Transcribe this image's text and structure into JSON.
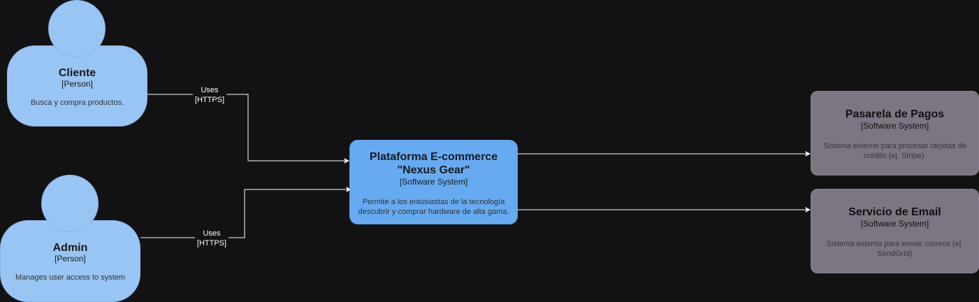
{
  "persons": {
    "cliente": {
      "title": "Cliente",
      "kind": "[Person]",
      "description": "Busca y compra productos."
    },
    "admin": {
      "title": "Admin",
      "kind": "[Person]",
      "description": "Manages user access to system"
    }
  },
  "systems": {
    "main": {
      "title_line1": "Plataforma E-commerce",
      "title_line2": "\"Nexus Gear\"",
      "kind": "[Software System]",
      "description_line1": "Permite a los entusiastas de la tecnología",
      "description_line2": "descubrir y comprar hardware de alta gama."
    },
    "payments": {
      "title": "Pasarela de Pagos",
      "kind": "[Software System]",
      "description_line1": "Sistema externo para procesar tarjetas de",
      "description_line2": "crédito (ej. Stripe)."
    },
    "email": {
      "title": "Servicio de Email",
      "kind": "[Software System]",
      "description_line1": "Sistema externo para enviar correos (ej.",
      "description_line2": "SendGrid)"
    }
  },
  "edges": {
    "cliente_to_main": {
      "label_line1": "Uses",
      "label_line2": "[HTTPS]"
    },
    "admin_to_main": {
      "label_line1": "Uses",
      "label_line2": "[HTTPS]"
    }
  },
  "colors": {
    "background": "#121212",
    "person": "#99c5f4",
    "main_system": "#66abf1",
    "external_system": "#7d7582",
    "edge": "#ffffff"
  }
}
